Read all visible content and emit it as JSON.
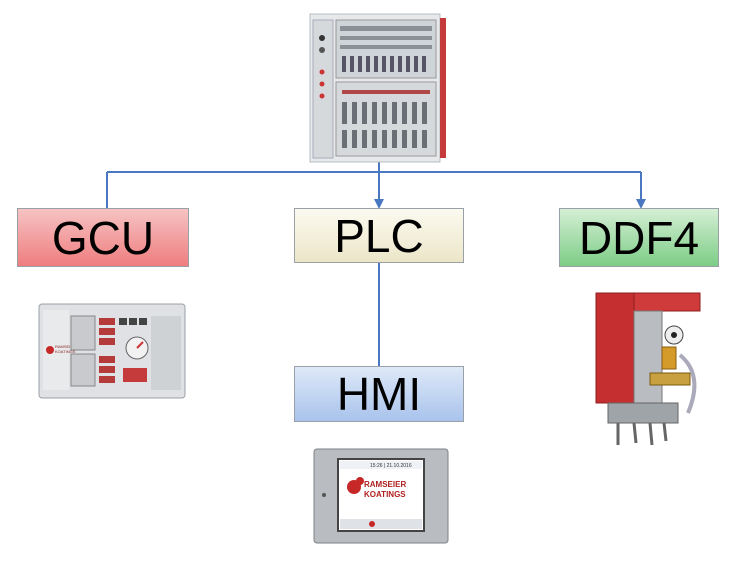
{
  "nodes": {
    "gcu": "GCU",
    "plc": "PLC",
    "ddf4": "DDF4",
    "hmi": "HMI"
  },
  "colors": {
    "connector": "#4a78c0",
    "gcu_fill": "#ef8c8e",
    "plc_fill": "#f3efd8",
    "ddf4_fill": "#9fd9a4",
    "hmi_fill": "#bcd1f0"
  },
  "images": {
    "cabinet": "control-cabinet-photo",
    "gcu_unit": "gcu-controller-photo",
    "ddf4_unit": "ddf4-valve-photo",
    "hmi_unit": "hmi-touchscreen-photo"
  },
  "hmi_screen": {
    "brand_line1": "RAMSEIER",
    "brand_line2": "KOATINGS",
    "datetime": "15:26 | 21.10.2016"
  },
  "gcu_logo": {
    "line1": "RAMSEIER",
    "line2": "KOATINGS"
  }
}
